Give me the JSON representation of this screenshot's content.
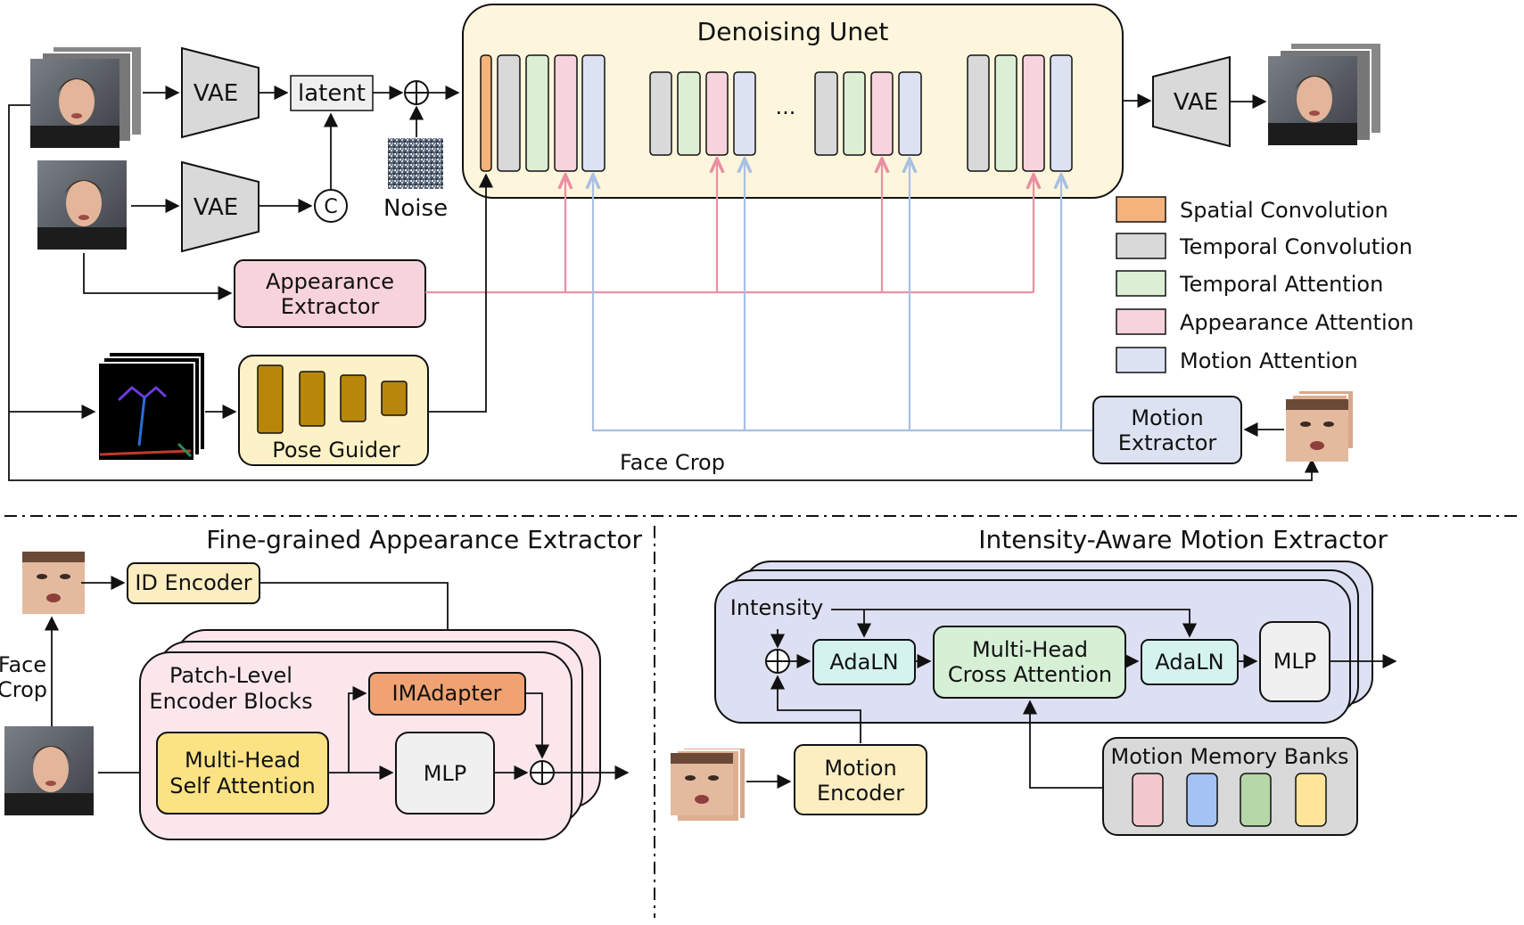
{
  "colors": {
    "spatial_conv": "#f5b27a",
    "temporal_conv": "#d9d9d9",
    "temporal_attn": "#dcefd5",
    "appearance_attn": "#f7d3dc",
    "motion_attn": "#dde2f3",
    "unet_bg": "#fdf6dc",
    "pose_guider_bg": "#fdf1c7",
    "pose_bar": "#b8860b",
    "appearance_extractor_bg": "#f7d3dc",
    "motion_extractor_bg": "#dde2f3",
    "pink_line": "#ea8fa3",
    "blue_line": "#a8c0e4",
    "appearance_panel_bg": "#fbe6ec",
    "motion_panel_bg": "#dde0f2",
    "adaln_bg": "#d4f3ef",
    "cross_attn_bg": "#d6f0d6",
    "mlp_bg": "#f0f0f0",
    "imadapter_bg": "#f0a272",
    "self_attn_bg": "#fbe384",
    "id_encoder_bg": "#fdeec2",
    "motion_encoder_bg": "#fdeec2",
    "memory_banks_bg": "#d9d9d9",
    "mem_pink": "#f2c8cc",
    "mem_blue": "#a4c2f4",
    "mem_green": "#b6d7a8",
    "mem_yellow": "#ffe599"
  },
  "top": {
    "unet_title": "Denoising Unet",
    "vae_top": "VAE",
    "vae_bottom": "VAE",
    "vae_right": "VAE",
    "latent": "latent",
    "concat_symbol": "C",
    "noise_label": "Noise",
    "ellipsis": "...",
    "appearance_extractor_line1": "Appearance",
    "appearance_extractor_line2": "Extractor",
    "pose_guider": "Pose Guider",
    "motion_extractor_line1": "Motion",
    "motion_extractor_line2": "Extractor",
    "face_crop": "Face Crop"
  },
  "legend": [
    {
      "label": "Spatial Convolution",
      "color_key": "spatial_conv"
    },
    {
      "label": "Temporal Convolution",
      "color_key": "temporal_conv"
    },
    {
      "label": "Temporal Attention",
      "color_key": "temporal_attn"
    },
    {
      "label": "Appearance Attention",
      "color_key": "appearance_attn"
    },
    {
      "label": "Motion Attention",
      "color_key": "motion_attn"
    }
  ],
  "bottom_left": {
    "title": "Fine-grained Appearance Extractor",
    "id_encoder": "ID Encoder",
    "face_crop_line1": "Face",
    "face_crop_line2": "Crop",
    "patch_level_line1": "Patch-Level",
    "patch_level_line2": "Encoder Blocks",
    "imadapter": "IMAdapter",
    "self_attn_line1": "Multi-Head",
    "self_attn_line2": "Self Attention",
    "mlp": "MLP"
  },
  "bottom_right": {
    "title": "Intensity-Aware Motion Extractor",
    "intensity": "Intensity",
    "adaln_1": "AdaLN",
    "cross_attn_line1": "Multi-Head",
    "cross_attn_line2": "Cross Attention",
    "adaln_2": "AdaLN",
    "mlp": "MLP",
    "motion_encoder_line1": "Motion",
    "motion_encoder_line2": "Encoder",
    "memory_banks": "Motion Memory Banks"
  }
}
